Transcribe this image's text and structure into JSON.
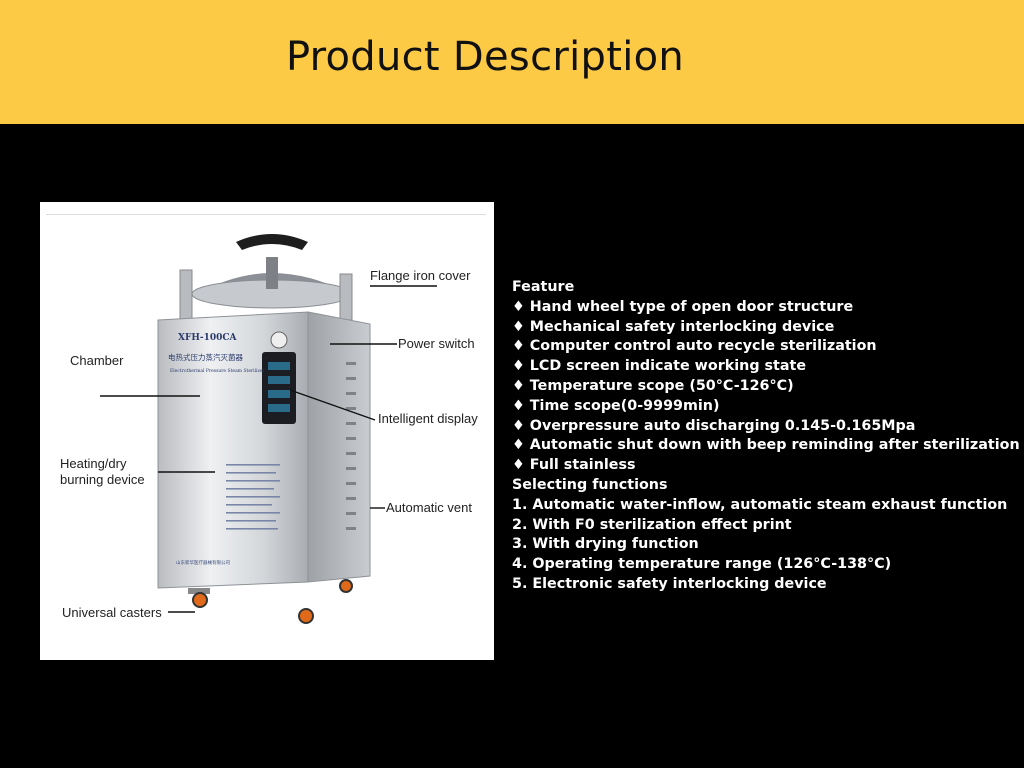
{
  "header": {
    "title": "Product Description",
    "background_color": "#fdca45"
  },
  "diagram": {
    "panel_texts": {
      "model": "XFH-100CA",
      "chinese_title": "电热式压力蒸汽灭菌器",
      "english_subtitle": "Electrothermal Pressure Steam Sterilizer",
      "maker": "山东新华医疗器械有限公司"
    },
    "labels": {
      "flange": "Flange iron cover",
      "power": "Power switch",
      "chamber": "Chamber",
      "display": "Intelligent display",
      "heating_line1": "Heating/dry",
      "heating_line2": "burning device",
      "vent": "Automatic vent",
      "casters": "Universal casters"
    }
  },
  "features": {
    "heading": "Feature",
    "items": [
      "♦ Hand wheel type of open door structure",
      "♦ Mechanical safety interlocking device",
      "♦ Computer control auto recycle sterilization",
      "♦ LCD screen indicate working state",
      "♦ Temperature scope (50°C-126°C)",
      "♦ Time scope(0-9999min)",
      "♦ Overpressure auto discharging 0.145-0.165Mpa",
      "♦ Automatic shut down with beep reminding after sterilization",
      "♦ Full stainless"
    ],
    "selecting_heading": "Selecting functions",
    "selecting_items": [
      "1. Automatic water-inflow, automatic steam exhaust function",
      "2. With F0 sterilization effect print",
      "3. With drying function",
      "4. Operating temperature range (126°C-138°C)",
      "5. Electronic safety interlocking device"
    ]
  }
}
